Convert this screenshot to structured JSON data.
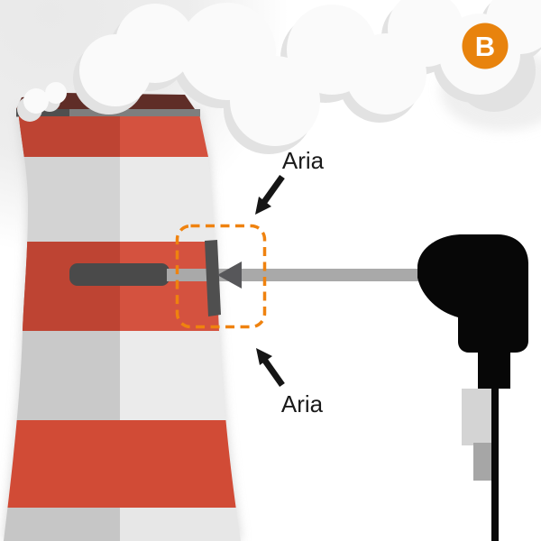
{
  "page": {
    "background": "#FFFFFF"
  },
  "badge": {
    "label": "B",
    "color": "#E8830D",
    "text_color": "#FFFFFF"
  },
  "labels": {
    "aria_top": "Aria",
    "aria_bottom": "Aria"
  },
  "annotations": {
    "text_color": "#1A1A1A",
    "arrow_color": "#151515"
  },
  "highlight_box": {
    "color": "#EF820F"
  },
  "chimney": {
    "colors": {
      "cap": "#5F2D27",
      "rim_dark": "#4F4F4F",
      "rim_light": "#7E7E7E",
      "red_dark": "#BE4433",
      "red_light": "#D4523F",
      "red_base": "#D14B36",
      "white1_left": "#D3D3D3",
      "white1_right": "#EAEAEA",
      "white2_left": "#C9C9C9",
      "white2_right": "#EBEBEB",
      "white3_left": "#C6C6C6",
      "white3_right": "#E7E7E7",
      "shadow": "#CDCDCD"
    }
  },
  "smoke": {
    "cloud": "#FAFAFA",
    "cloud_shadow": "#E2E2E2",
    "background_haze": "#E9E9E9"
  },
  "probe": {
    "handle": "#4A4A4A",
    "rod": "#A9A9A9",
    "vane": "#4F4F4F",
    "tip": "#57575A"
  },
  "device": {
    "body": "#070707",
    "cable": "#0A0A0A",
    "filter_light": "#D4D4D4",
    "filter_dark": "#A6A6A6"
  }
}
